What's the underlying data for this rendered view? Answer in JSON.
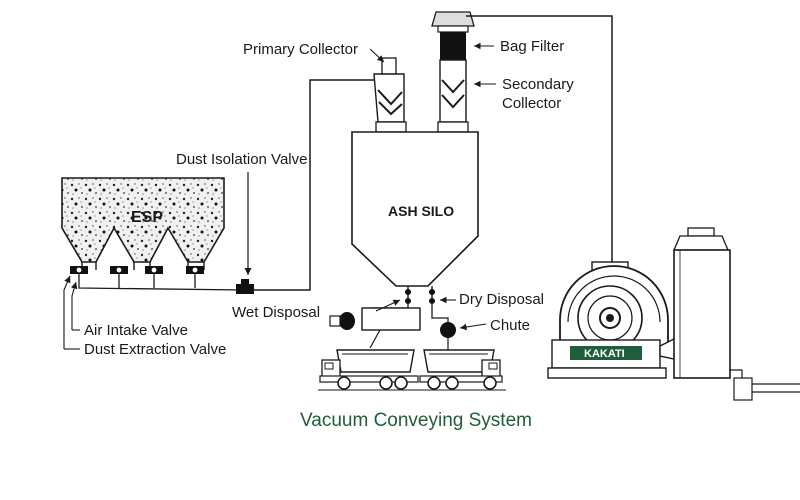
{
  "labels": {
    "primary_collector": "Primary Collector",
    "bag_filter": "Bag Filter",
    "secondary_collector_line1": "Secondary",
    "secondary_collector_line2": "Collector",
    "dust_isolation_valve": "Dust Isolation Valve",
    "esp": "ESP",
    "ash_silo": "ASH SILO",
    "wet_disposal": "Wet Disposal",
    "dry_disposal": "Dry Disposal",
    "chute": "Chute",
    "air_intake_valve": "Air Intake Valve",
    "dust_extraction_valve": "Dust Extraction Valve",
    "brand": "KAKATI"
  },
  "caption": "Vacuum Conveying System",
  "colors": {
    "line": "#1a1a1a",
    "title": "#1f5e3a",
    "brand_text": "#ffffff",
    "brand_bg": "#1f5e3a"
  }
}
